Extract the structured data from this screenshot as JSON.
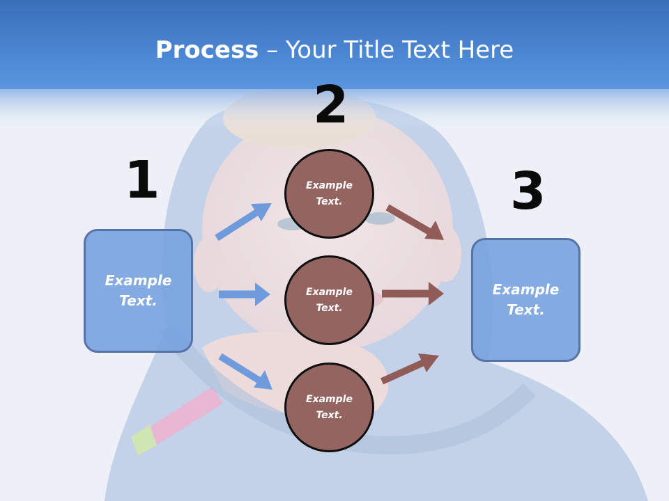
{
  "title": {
    "bold": "Process",
    "rest": " – Your Title Text Here"
  },
  "steps": {
    "one": "1",
    "two": "2",
    "three": "3"
  },
  "left_box": {
    "text": "Example Text."
  },
  "right_box": {
    "text": "Example Text."
  },
  "circles": [
    {
      "text": "Example Text."
    },
    {
      "text": "Example Text."
    },
    {
      "text": "Example Text."
    }
  ],
  "colors": {
    "header_blue": "#3f74bf",
    "box_fill": "#75a0de",
    "box_border": "#5573a6",
    "circle_fill": "#946461",
    "blue_arrow": "#6f9bdc",
    "brown_arrow": "#915c58"
  }
}
